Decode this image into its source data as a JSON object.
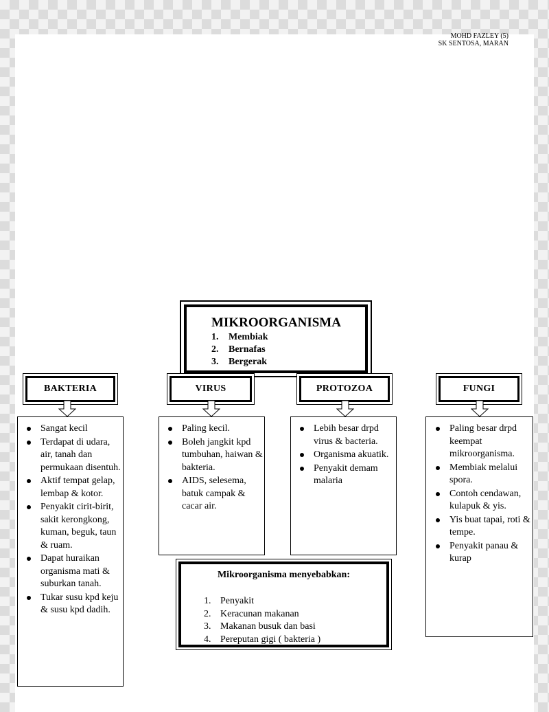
{
  "author": {
    "name": "MOHD FAZLEY (5)",
    "school": "SK SENTOSA, MARAN"
  },
  "main": {
    "title": "MIKROORGANISMA",
    "items": [
      {
        "num": "1.",
        "text": "Membiak"
      },
      {
        "num": "2.",
        "text": "Bernafas"
      },
      {
        "num": "3.",
        "text": "Bergerak"
      }
    ]
  },
  "categories": {
    "bakteria": {
      "label": "BAKTERIA",
      "points": [
        "Sangat kecil",
        "Terdapat di udara, air, tanah dan permukaan disentuh.",
        "Aktif tempat gelap, lembap & kotor.",
        "Penyakit cirit-birit, sakit kerongkong, kuman, beguk, taun & ruam.",
        "Dapat huraikan organisma mati & suburkan tanah.",
        "Tukar susu kpd keju & susu kpd dadih."
      ]
    },
    "virus": {
      "label": "VIRUS",
      "points": [
        "Paling kecil.",
        "Boleh jangkit kpd tumbuhan, haiwan & bakteria.",
        "AIDS, selesema, batuk campak & cacar air."
      ]
    },
    "protozoa": {
      "label": "PROTOZOA",
      "points": [
        "Lebih besar drpd virus & bacteria.",
        "Organisma akuatik.",
        "Penyakit demam malaria"
      ]
    },
    "fungi": {
      "label": "FUNGI",
      "points": [
        "Paling besar drpd keempat mikroorganisma.",
        "Membiak melalui spora.",
        "Contoh cendawan, kulapuk & yis.",
        "Yis buat tapai, roti & tempe.",
        "Penyakit panau & kurap"
      ]
    }
  },
  "causes": {
    "title": "Mikroorganisma menyebabkan:",
    "items": [
      {
        "num": "1.",
        "text": "Penyakit"
      },
      {
        "num": "2.",
        "text": "Keracunan makanan"
      },
      {
        "num": "3.",
        "text": "Makanan busuk dan basi"
      },
      {
        "num": "4.",
        "text": "Pereputan gigi ( bakteria )"
      }
    ]
  }
}
